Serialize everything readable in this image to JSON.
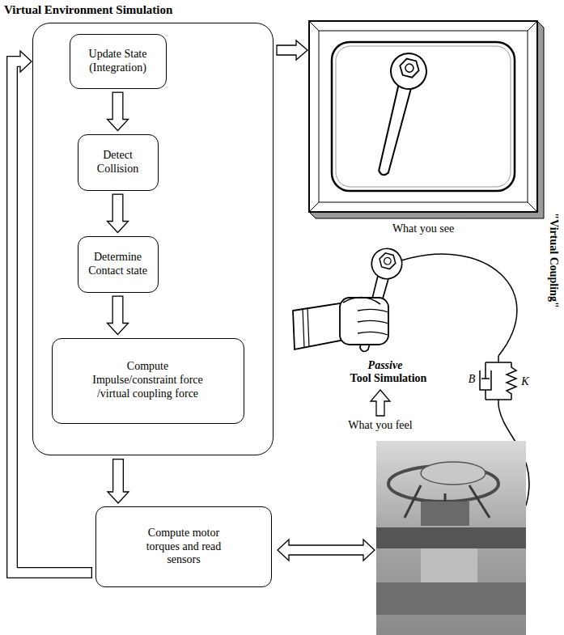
{
  "diagram": {
    "nodes": [
      {
        "text": [
          "Virtual Environment Simulation"
        ]
      },
      {
        "text": [
          "Update State (Integration)"
        ],
        "in": 0
      },
      {
        "text": [
          "Detect Collision"
        ],
        "in": 0
      },
      {
        "text": [
          "Determine Contact state"
        ],
        "in": 0
      },
      {
        "text": [
          "Compute Impulse/constraint force /virtual coupling force"
        ],
        "in": 0
      },
      {
        "text": [
          "Compute motor torques and read sensors"
        ]
      }
    ],
    "edges": [
      {
        "from": 1,
        "to": 2,
        "arrow": "to"
      },
      {
        "from": 2,
        "to": 3,
        "arrow": "to"
      },
      {
        "from": 3,
        "to": 4,
        "arrow": "to"
      },
      {
        "from": 0,
        "to": 5,
        "arrow": "to"
      },
      {
        "from": 5,
        "to": 0,
        "arrow": "to"
      }
    ],
    "labels": [
      "What you see",
      "Passive",
      "Tool Simulation",
      "B",
      "K",
      "\"Virtual Coupling\"",
      "What you feel"
    ]
  }
}
